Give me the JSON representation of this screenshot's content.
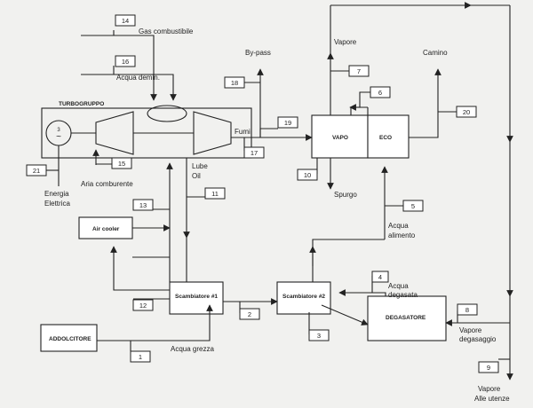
{
  "colors": {
    "line": "#222222",
    "background": "#f1f1ef",
    "box_fill": "#ffffff"
  },
  "equipment": {
    "turbogruppo": "TURBOGRUPPO",
    "vapo": "VAPO",
    "eco": "ECO",
    "air_cooler": "Air cooler",
    "scambiatore_1": "Scambiatore #1",
    "scambiatore_2": "Scambiatore #2",
    "degasatore": "DEGASATORE",
    "addolcitore": "ADDOLCITORE"
  },
  "streams": {
    "s1": {
      "number": "1",
      "label": "Acqua grezza"
    },
    "s2": {
      "number": "2"
    },
    "s3": {
      "number": "3"
    },
    "s4": {
      "number": "4",
      "label_line1": "Acqua",
      "label_line2": "degasata"
    },
    "s5": {
      "number": "5",
      "label_line1": "Acqua",
      "label_line2": "alimento"
    },
    "s6": {
      "number": "6"
    },
    "s7": {
      "number": "7",
      "label": "Vapore"
    },
    "s8": {
      "number": "8",
      "label_line1": "Vapore",
      "label_line2": "degasaggio"
    },
    "s9": {
      "number": "9",
      "label_line1": "Vapore",
      "label_line2": "Alle utenze"
    },
    "s10": {
      "number": "10",
      "label": "Spurgo"
    },
    "s11": {
      "number": "11",
      "label_line1": "Lube",
      "label_line2": "Oil"
    },
    "s12": {
      "number": "12"
    },
    "s13": {
      "number": "13"
    },
    "s14": {
      "number": "14",
      "label": "Gas combustibile"
    },
    "s15": {
      "number": "15",
      "label": "Aria comburente"
    },
    "s16": {
      "number": "16",
      "label": "Acqua demin."
    },
    "s17": {
      "number": "17",
      "label": "Fumi"
    },
    "s18": {
      "number": "18",
      "label": "By-pass"
    },
    "s19": {
      "number": "19"
    },
    "s20": {
      "number": "20",
      "label": "Camino"
    },
    "s21": {
      "number": "21",
      "label_line1": "Energia",
      "label_line2": "Elettrica"
    }
  }
}
